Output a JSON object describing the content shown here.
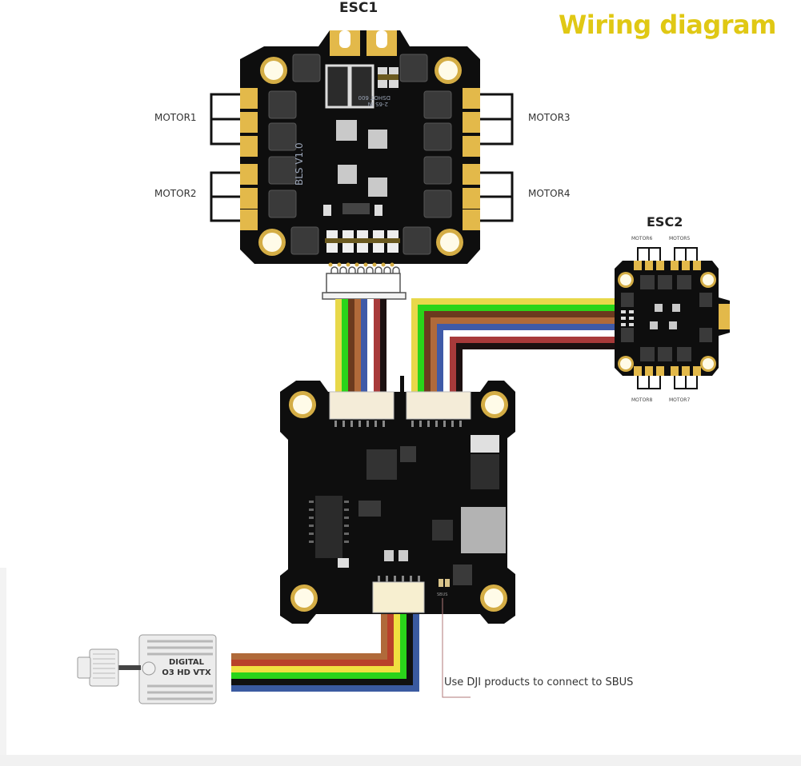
{
  "title": "Wiring diagram",
  "colors": {
    "title": "#e0c814",
    "pcb": "#0e0e0e",
    "gold_pad": "#e3b94a",
    "component": "#3a3a3a"
  },
  "esc1": {
    "label": "ESC1",
    "board_text": "BLS V1.0",
    "board_text2": "DSHOT 600",
    "board_text3": "2-6S IN",
    "motors": [
      {
        "label": "MOTOR1",
        "side": "left"
      },
      {
        "label": "MOTOR2",
        "side": "left"
      },
      {
        "label": "MOTOR3",
        "side": "right"
      },
      {
        "label": "MOTOR4",
        "side": "right"
      }
    ]
  },
  "esc2": {
    "label": "ESC2",
    "motors": [
      {
        "label": "MOTOR6",
        "side": "top"
      },
      {
        "label": "MOTOR5",
        "side": "top"
      },
      {
        "label": "MOTOR8",
        "side": "bottom"
      },
      {
        "label": "MOTOR7",
        "side": "bottom"
      }
    ]
  },
  "flight_controller": {
    "sbus_pad_label": "SBUS"
  },
  "vtx": {
    "label_line1": "DIGITAL",
    "label_line2": "O3 HD VTX"
  },
  "cables": {
    "esc1_harness": [
      "#e8d84a",
      "#2ad41a",
      "#6b3a1e",
      "#b06a3a",
      "#3f5aa8",
      "#ffffff",
      "#a83a3a",
      "#1c1111"
    ],
    "esc2_harness": [
      "#e8d84a",
      "#2ad41a",
      "#6b3a1e",
      "#b06a3a",
      "#3f5aa8",
      "#ffffff",
      "#a83a3a",
      "#1c1111"
    ],
    "vtx_harness": [
      "#b06a3a",
      "#b8402a",
      "#f0e040",
      "#2ad41a",
      "#111111",
      "#3a5aa0"
    ]
  },
  "annotation": {
    "sbus_note": "Use DJI products to connect to SBUS"
  }
}
